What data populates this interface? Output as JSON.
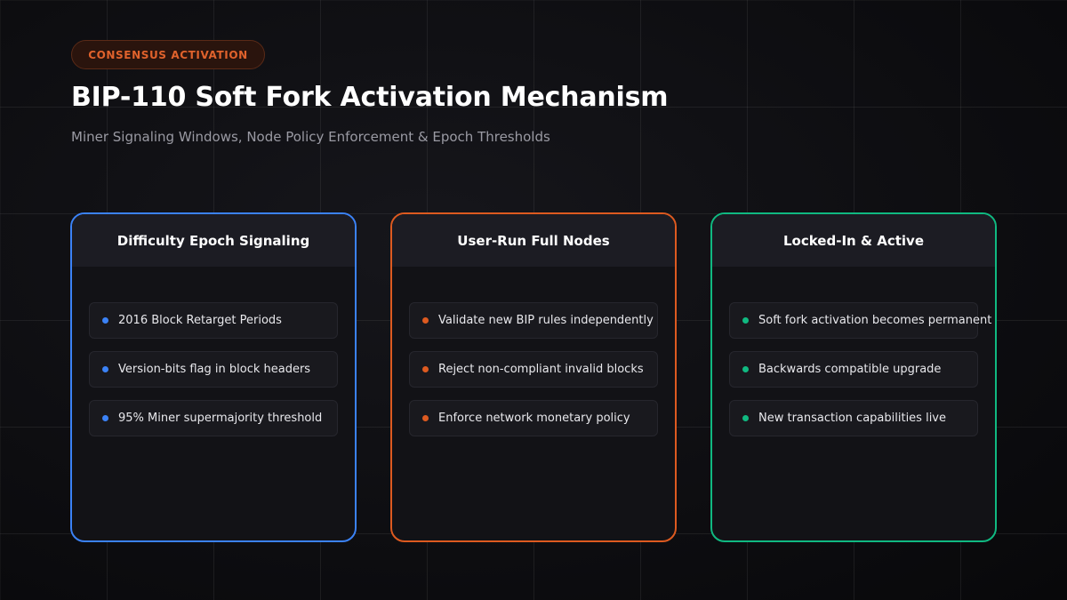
{
  "header": {
    "badge": "CONSENSUS ACTIVATION",
    "title": "BIP-110 Soft Fork Activation Mechanism",
    "subtitle": "Miner Signaling Windows, Node Policy Enforcement & Epoch Thresholds"
  },
  "colors": {
    "accent_blue": "#3b82f6",
    "accent_orange": "#dd5a20",
    "accent_green": "#10b981"
  },
  "cards": [
    {
      "title": "Difficulty Epoch Signaling",
      "items": [
        "2016 Block Retarget Periods",
        "Version-bits flag in block headers",
        "95% Miner supermajority threshold"
      ]
    },
    {
      "title": "User-Run Full Nodes",
      "items": [
        "Validate new BIP rules independently",
        "Reject non-compliant invalid blocks",
        "Enforce network monetary policy"
      ]
    },
    {
      "title": "Locked-In & Active",
      "items": [
        "Soft fork activation becomes permanent",
        "Backwards compatible upgrade",
        "New transaction capabilities live"
      ]
    }
  ]
}
